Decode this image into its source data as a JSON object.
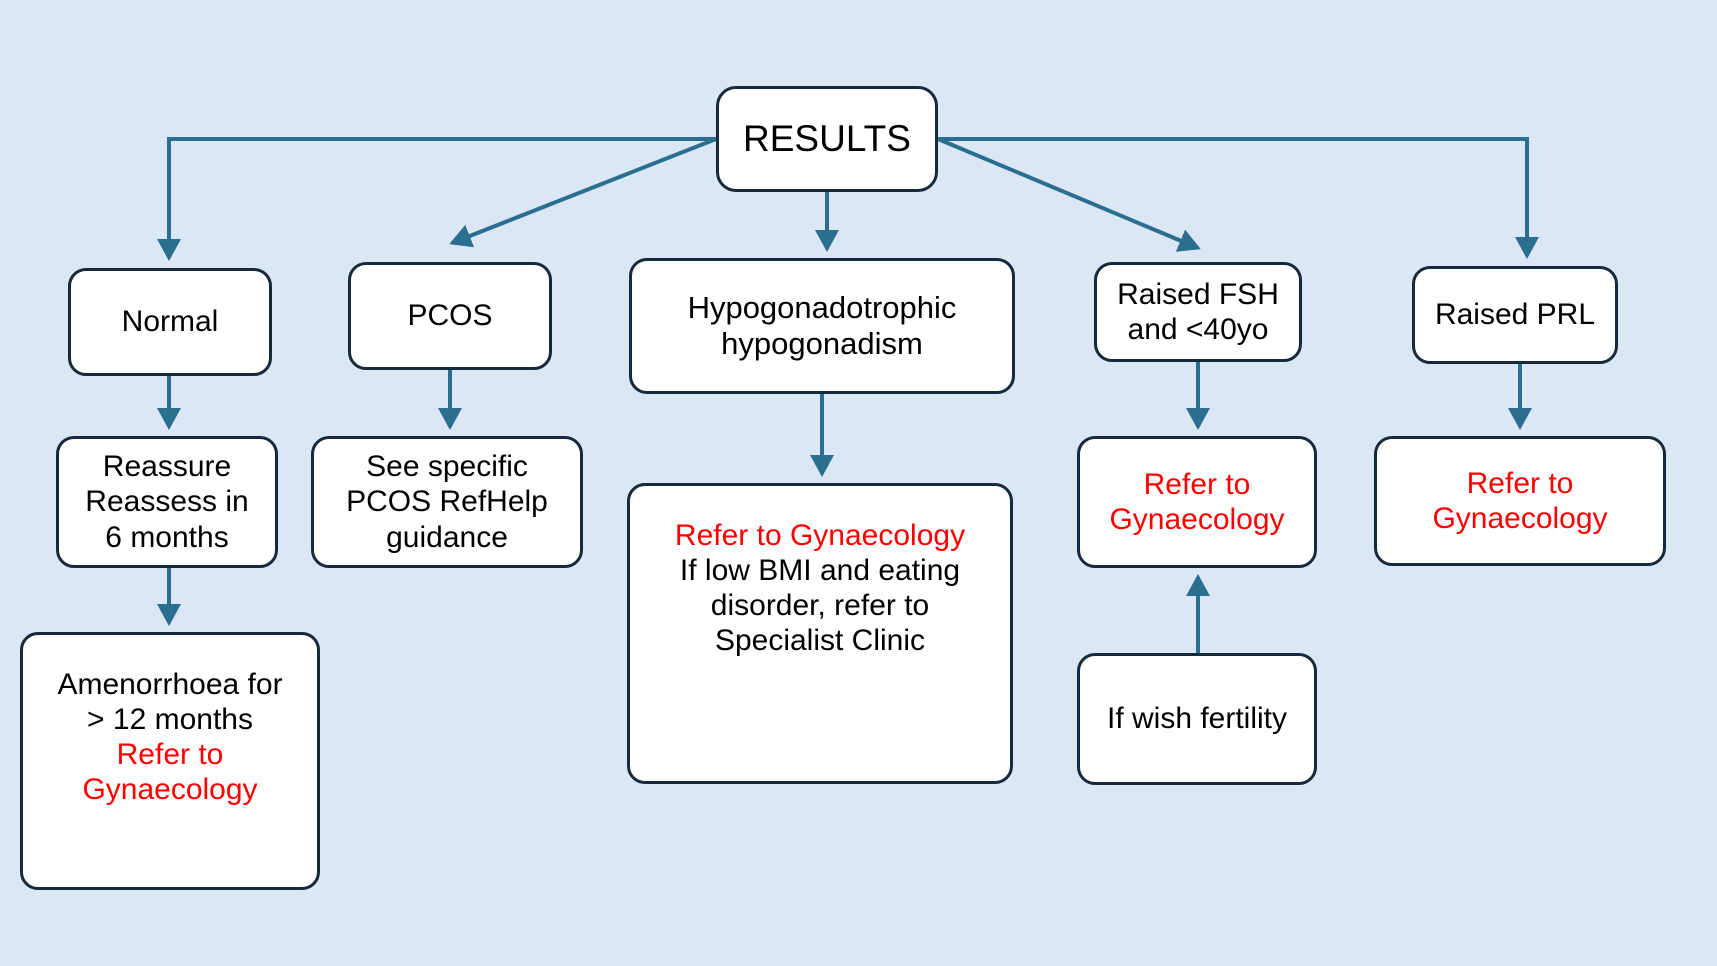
{
  "diagram": {
    "title": "RESULTS",
    "background_color": "#dbe7f5",
    "node_fill": "#ffffff",
    "node_border_color": "#17293c",
    "connector_color": "#2a6e90",
    "highlight_color": "#ff0000",
    "text_color": "#000000"
  },
  "nodes": {
    "results": {
      "label": "RESULTS"
    },
    "normal": {
      "label": "Normal"
    },
    "pcos": {
      "label": "PCOS"
    },
    "hypogonadism": {
      "line1": "Hypogonadotrophic",
      "line2": "hypogonadism"
    },
    "raised_fsh": {
      "line1": "Raised FSH",
      "line2": "and <40yo"
    },
    "raised_prl": {
      "label": "Raised PRL"
    },
    "reassure": {
      "line1": "Reassure",
      "line2": "Reassess in",
      "line3": "6 months"
    },
    "pcos_refhelp": {
      "line1": "See specific",
      "line2": "PCOS RefHelp",
      "line3": "guidance"
    },
    "refer_gynae_hypo": {
      "line1": "Refer to Gynaecology",
      "line2": "If low BMI and eating",
      "line3": "disorder, refer to",
      "line4": "Specialist Clinic"
    },
    "refer_gynae_fsh": {
      "line1": "Refer to",
      "line2": "Gynaecology"
    },
    "refer_gynae_prl": {
      "line1": "Refer to",
      "line2": "Gynaecology"
    },
    "amenorrhoea": {
      "line1": "Amenorrhoea for",
      "line2": "> 12 months",
      "line3": "Refer to",
      "line4": "Gynaecology"
    },
    "if_wish_fertility": {
      "label": "If wish fertility"
    }
  },
  "edges": [
    {
      "from": "results",
      "to": "normal",
      "style": "elbow-left"
    },
    {
      "from": "results",
      "to": "pcos",
      "style": "diagonal"
    },
    {
      "from": "results",
      "to": "hypogonadism",
      "style": "straight-down"
    },
    {
      "from": "results",
      "to": "raised_fsh",
      "style": "diagonal"
    },
    {
      "from": "results",
      "to": "raised_prl",
      "style": "elbow-right"
    },
    {
      "from": "normal",
      "to": "reassure",
      "style": "straight-down"
    },
    {
      "from": "reassure",
      "to": "amenorrhoea",
      "style": "straight-down"
    },
    {
      "from": "pcos",
      "to": "pcos_refhelp",
      "style": "straight-down"
    },
    {
      "from": "hypogonadism",
      "to": "refer_gynae_hypo",
      "style": "straight-down"
    },
    {
      "from": "raised_fsh",
      "to": "refer_gynae_fsh",
      "style": "straight-down"
    },
    {
      "from": "if_wish_fertility",
      "to": "refer_gynae_fsh",
      "style": "straight-up"
    },
    {
      "from": "raised_prl",
      "to": "refer_gynae_prl",
      "style": "straight-down"
    }
  ]
}
